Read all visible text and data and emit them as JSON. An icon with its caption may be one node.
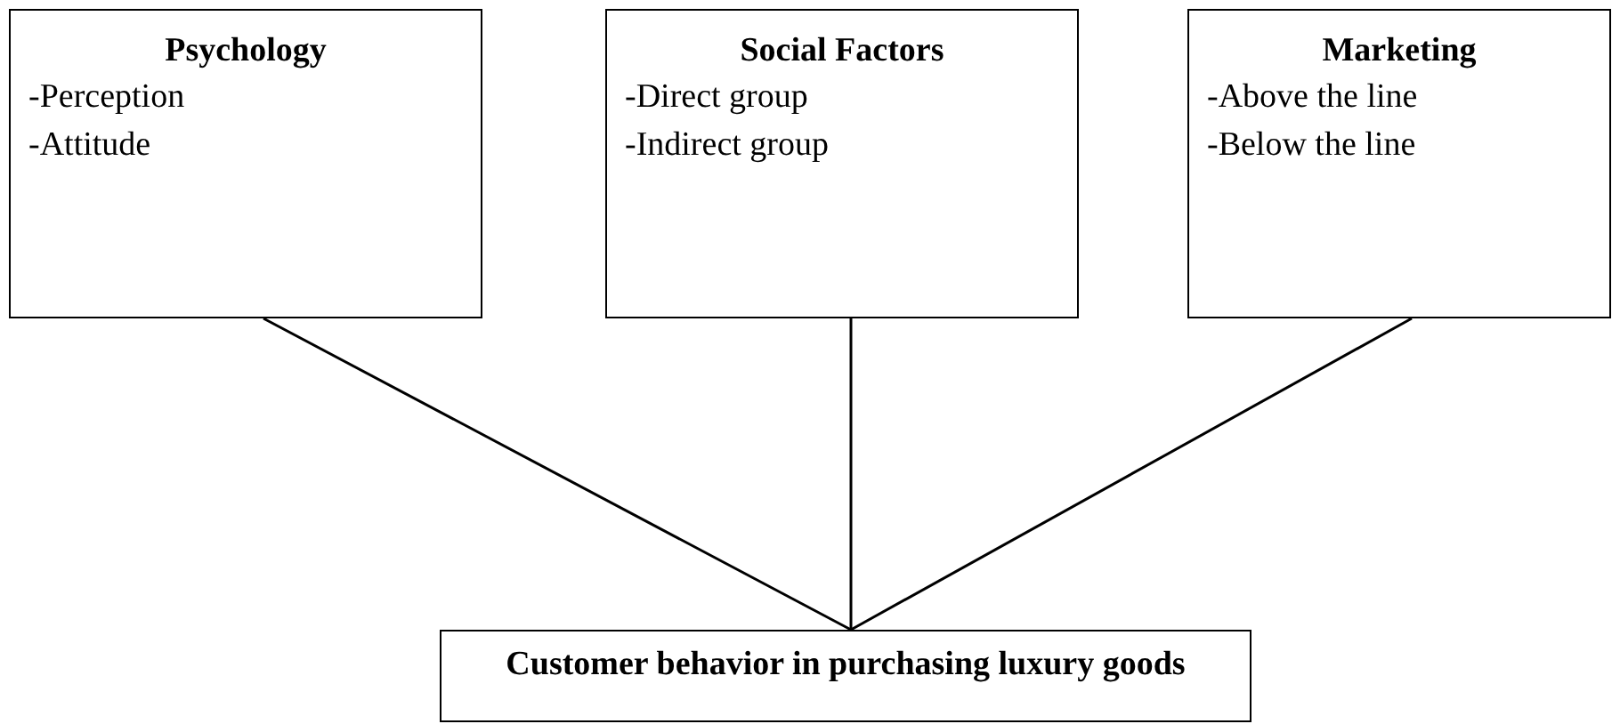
{
  "diagram": {
    "nodes": [
      {
        "text": [
          "Psychology",
          "-Perception",
          "-Attitude"
        ]
      },
      {
        "text": [
          "Social Factors",
          "-Direct group",
          "-Indirect group"
        ]
      },
      {
        "text": [
          "Marketing",
          "-Above the line",
          "-Below the line"
        ]
      },
      {
        "text": [
          "Customer behavior in purchasing luxury goods"
        ]
      }
    ],
    "edges": [
      {
        "from": 0,
        "to": 3,
        "arrow": "none"
      },
      {
        "from": 1,
        "to": 3,
        "arrow": "none"
      },
      {
        "from": 2,
        "to": 3,
        "arrow": "none"
      }
    ]
  }
}
